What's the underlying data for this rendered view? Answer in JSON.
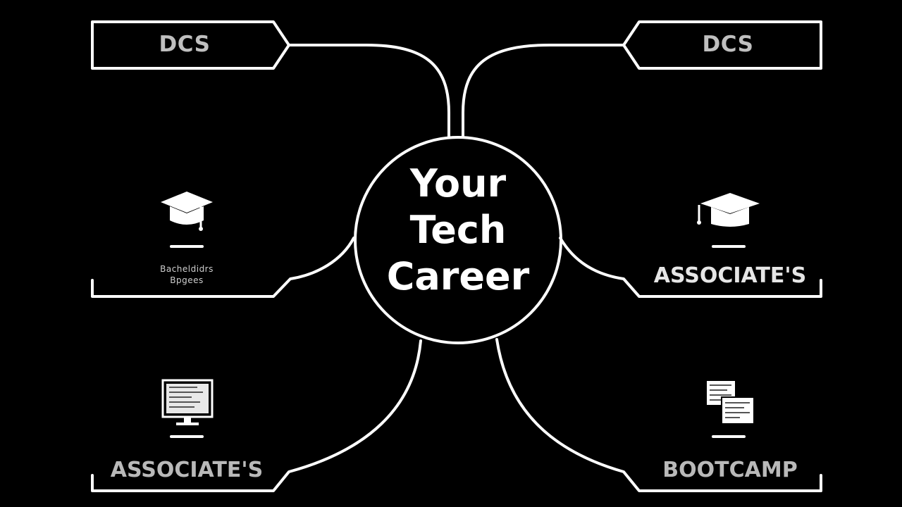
{
  "center": {
    "lines": [
      "Your",
      "Tech",
      "Career"
    ]
  },
  "top_left": {
    "label": "DCS",
    "icon": "tag-shape"
  },
  "top_right": {
    "label": "DCS",
    "icon": "tag-shape"
  },
  "mid_left": {
    "line1": "Bacheldidrs",
    "line2": "Bpgees",
    "icon": "graduation-cap-icon"
  },
  "mid_right": {
    "label": "ASSOCIATE'S",
    "icon": "graduation-cap-icon"
  },
  "bottom_left": {
    "label": "ASSOCIATE'S",
    "icon": "computer-monitor-icon"
  },
  "bottom_right": {
    "label": "BOOTCAMP",
    "icon": "documents-icon"
  },
  "colors": {
    "background": "#000000",
    "line": "#ffffff",
    "tag_text": "#bfbfbf"
  }
}
